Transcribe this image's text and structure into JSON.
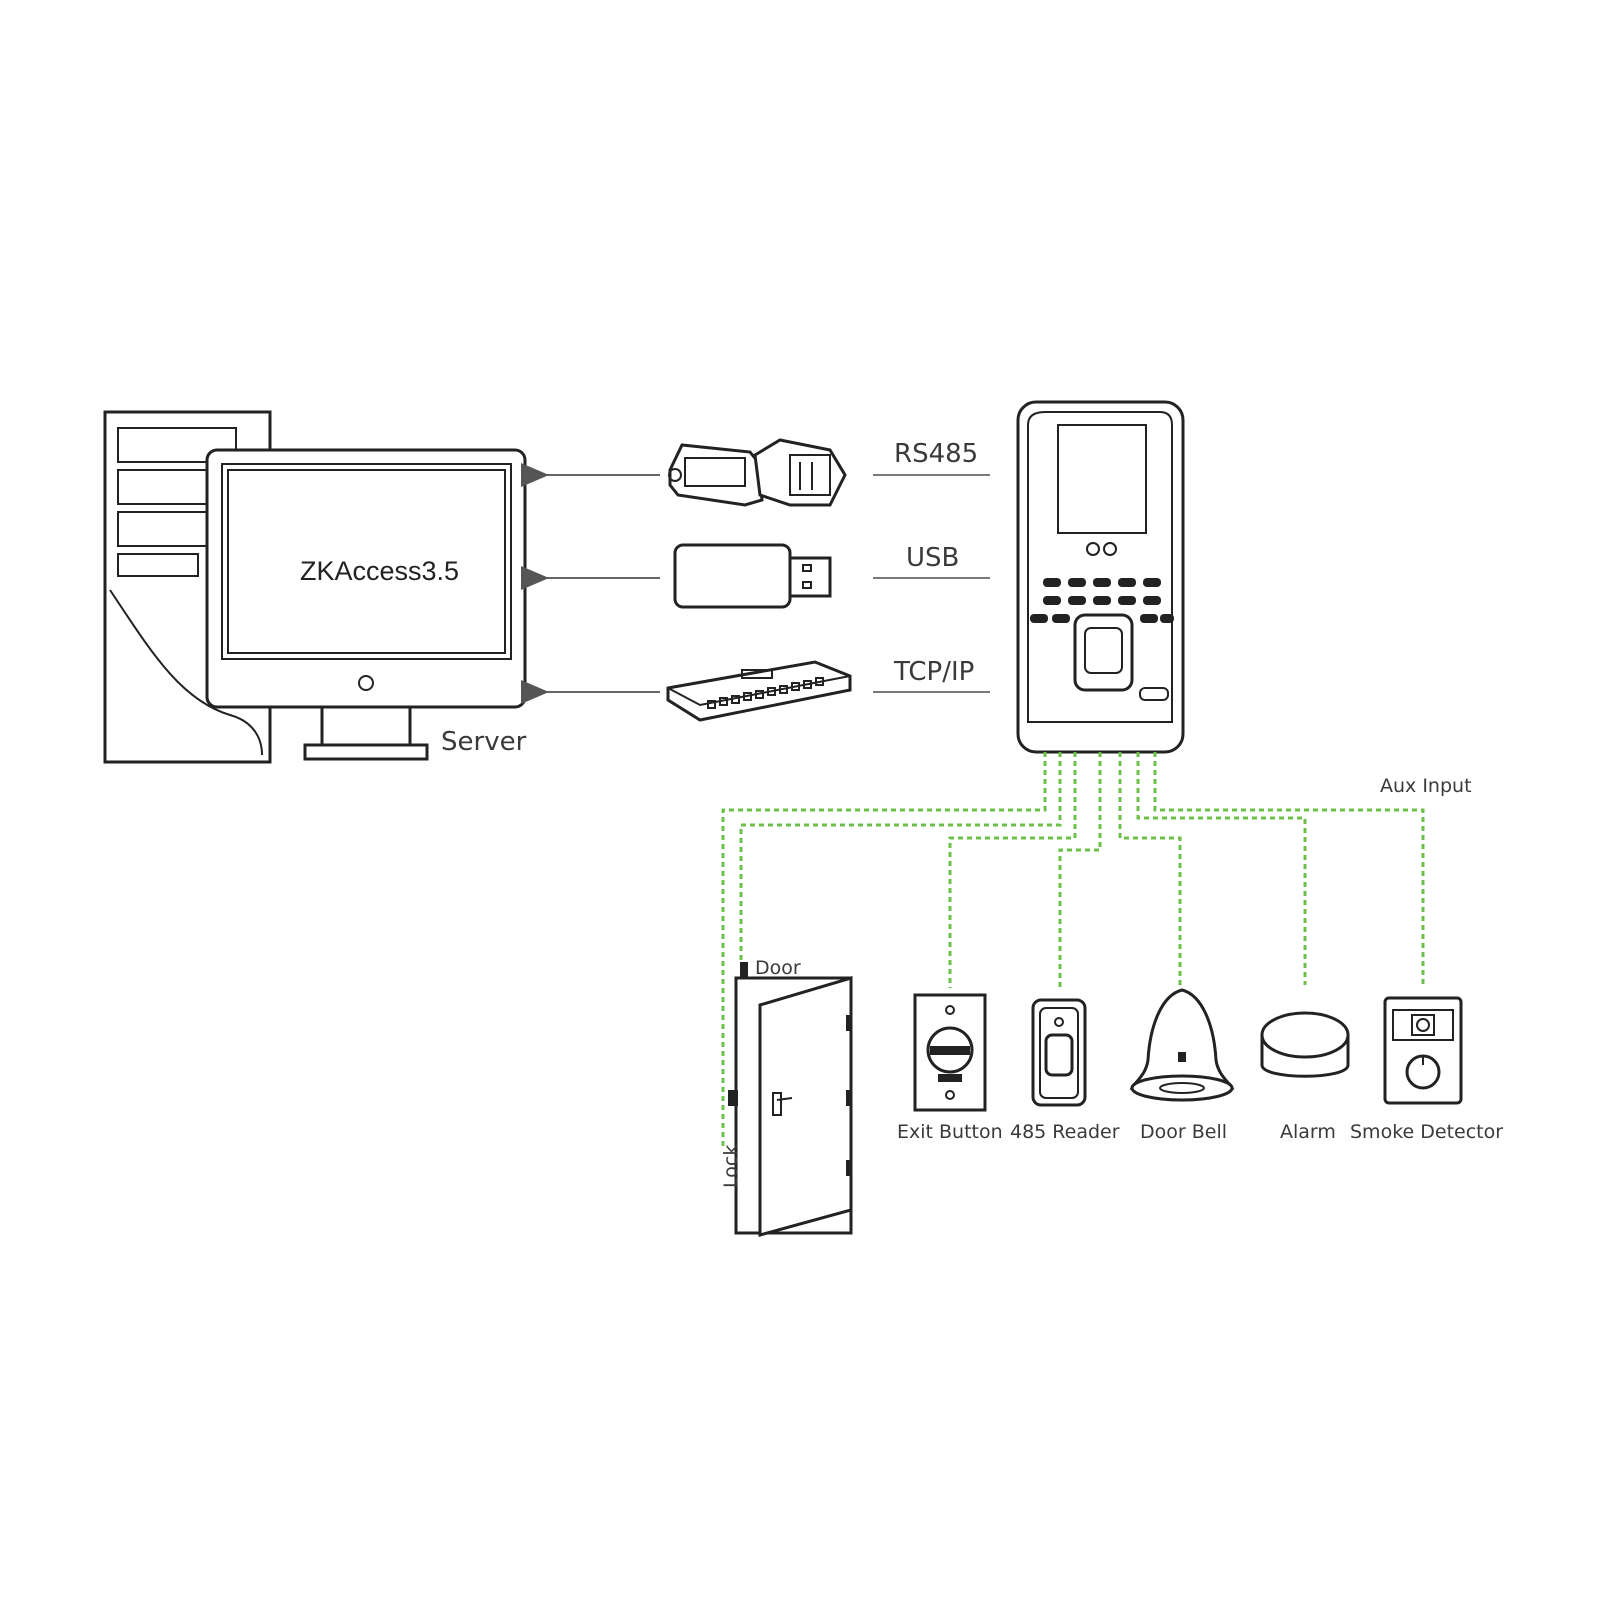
{
  "server": {
    "screen_text": "ZKAccess3.5",
    "label": "Server"
  },
  "links": [
    {
      "label": "RS485",
      "device": "rs485-converter"
    },
    {
      "label": "USB",
      "device": "usb-adapter"
    },
    {
      "label": "TCP/IP",
      "device": "network-switch"
    }
  ],
  "wiring": {
    "aux_input_label": "Aux Input",
    "wire_color": "#6cc04a"
  },
  "door": {
    "door_label": "Door",
    "lock_label": "Lock"
  },
  "peripherals": [
    {
      "label": "Exit Button",
      "icon": "exit-button-icon"
    },
    {
      "label": "485 Reader",
      "icon": "fingerprint-reader-icon"
    },
    {
      "label": "Door Bell",
      "icon": "door-bell-icon"
    },
    {
      "label": "Alarm",
      "icon": "alarm-icon"
    },
    {
      "label": "Smoke Detector",
      "icon": "smoke-detector-icon"
    }
  ]
}
